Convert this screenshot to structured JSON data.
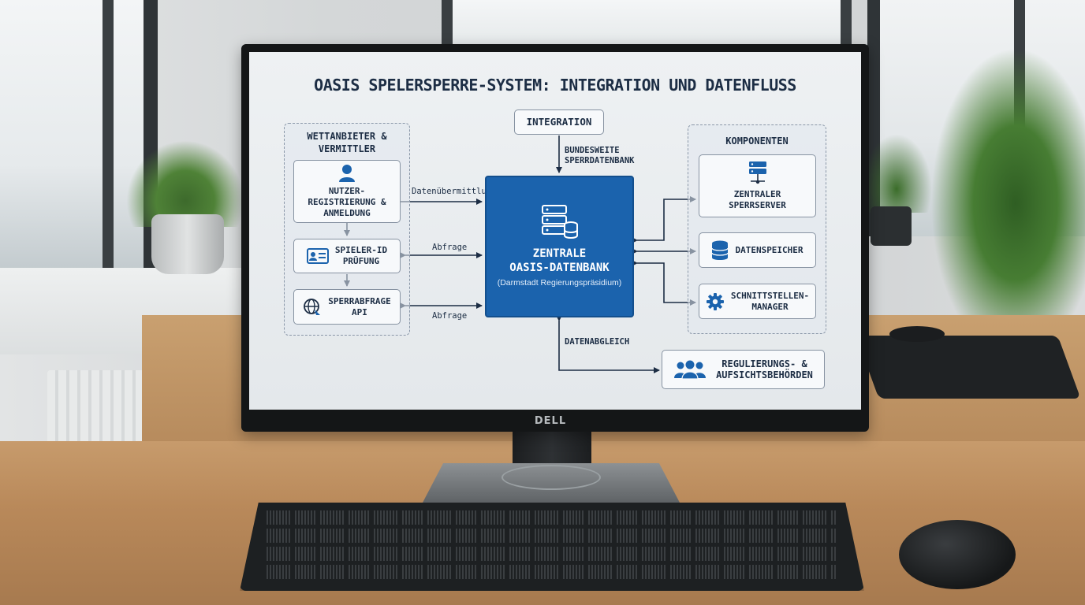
{
  "device": {
    "brand_logo": "DELL"
  },
  "diagram": {
    "title": "OASIS SPELERSPERRE-SYSTEM: INTEGRATION UND DATENFLUSS",
    "integration": {
      "label": "INTEGRATION",
      "connector_label": "BUNDESWEITE\nSPERRDATENBANK"
    },
    "left_group": {
      "title": "WETTANBIETER\n& VERMITTLER",
      "boxes": [
        {
          "label": "NUTZER-\nREGISTRIERUNG &\nANMELDUNG",
          "icon": "user-icon"
        },
        {
          "label": "SPIELER-ID\nPRÜFUNG",
          "icon": "id-card-icon"
        },
        {
          "label": "SPERRABFRAGE\nAPI",
          "icon": "globe-icon"
        }
      ]
    },
    "central": {
      "title": "ZENTRALE\nOASIS-DATENBANK",
      "subtitle": "(Darmstadt Regierungspräsidium)",
      "icon": "database-server-icon"
    },
    "flow_labels": {
      "transfer": "Datenübermittlung",
      "query_1": "Abfrage",
      "query_2": "Abfrage",
      "sync": "DATENABGLEICH"
    },
    "right_group": {
      "title": "KOMPONENTEN",
      "boxes": [
        {
          "label": "ZENTRALER\nSPERRSERVER",
          "icon": "server-icon"
        },
        {
          "label": "DATENSPEICHER",
          "icon": "database-icon"
        },
        {
          "label": "SCHNITTSTELLEN-\nMANAGER",
          "icon": "gear-icon"
        }
      ]
    },
    "authorities": {
      "label": "REGULIERUNGS- &\nAUFSICHTSBEHÖRDEN",
      "icon": "people-group-icon"
    }
  },
  "colors": {
    "primary_blue": "#1b63ad",
    "text_navy": "#1c2d44",
    "box_border": "#8793a2"
  }
}
